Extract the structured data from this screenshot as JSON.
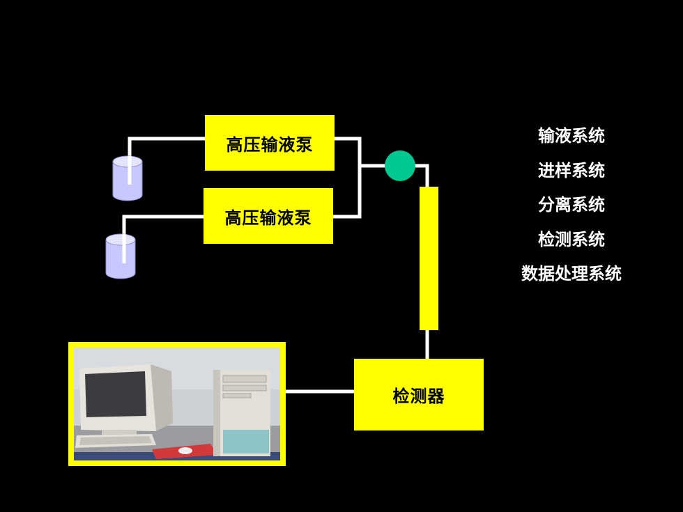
{
  "diagram": {
    "pump_top_label": "高压输液泵",
    "pump_bottom_label": "高压输液泵",
    "detector_label": "检测器"
  },
  "legend": {
    "items": [
      "输液系统",
      "进样系统",
      "分离系统",
      "检测系统",
      "数据处理系统"
    ]
  },
  "colors": {
    "background": "#000000",
    "box_fill": "#ffff00",
    "tubing": "#ffffff",
    "injector": "#00c890",
    "reservoir": "#c8c8ff",
    "legend_text": "#ffffff"
  },
  "icons": {
    "reservoir_top": "solvent-bottle-icon",
    "reservoir_bottom": "solvent-bottle-icon",
    "injector": "injection-valve-icon",
    "column": "chromatography-column-icon",
    "computer": "computer-workstation-photo"
  }
}
